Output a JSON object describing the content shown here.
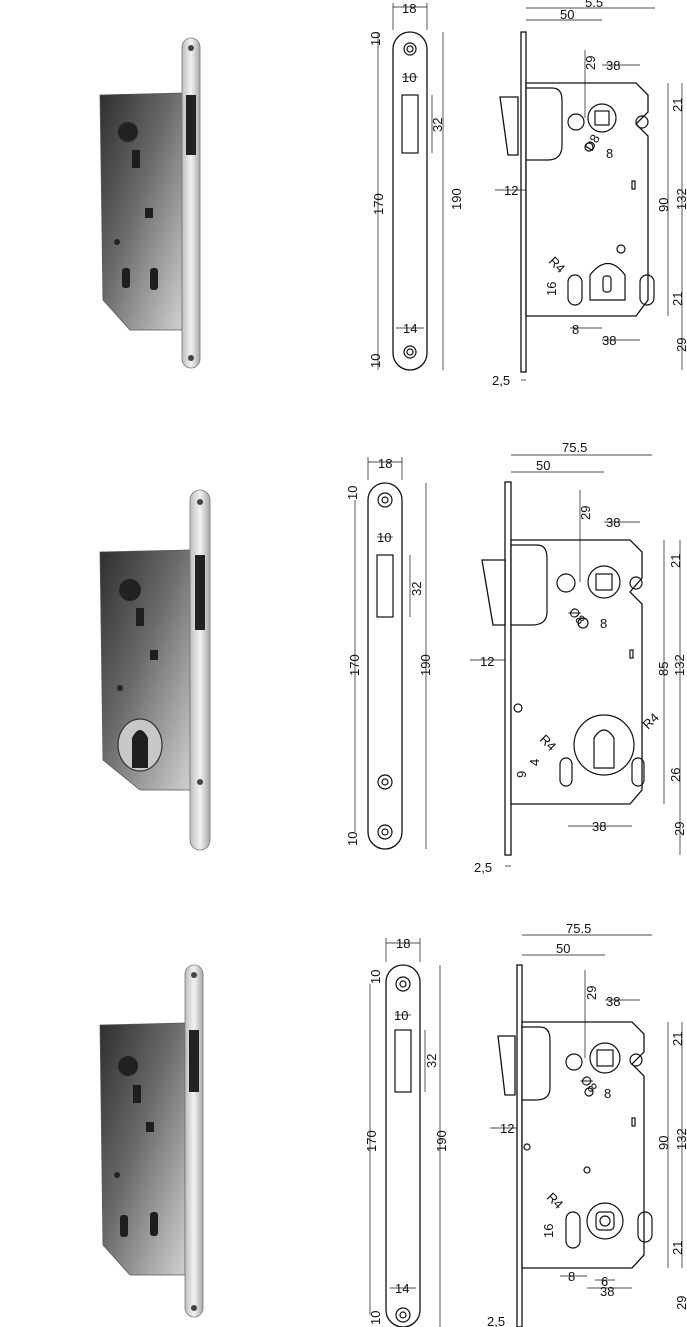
{
  "colors": {
    "ink": "#111111",
    "metal_dark": "#3a3a3a",
    "metal_mid": "#8c8c8c",
    "metal_light": "#d9d9d9",
    "plate": "#cfcfcf"
  },
  "rows": [
    {
      "faceplate": {
        "width": "18",
        "top": "10",
        "slot_width": "10",
        "slot_height": "32",
        "screw_span": "170",
        "height": "190",
        "hole_spacing": "14",
        "bottom": "10"
      },
      "body": {
        "top_width": "5.5",
        "backset": "50",
        "d1": "29",
        "d2": "38",
        "right_top": "21",
        "hole": "D8",
        "small": "8",
        "mid": "90",
        "total": "132",
        "left": "12",
        "radius": "R4",
        "key_h": "16",
        "right_bottom": "21",
        "b1": "8",
        "b2": "38",
        "bottom": "29",
        "thick": "2,5"
      }
    },
    {
      "faceplate": {
        "width": "18",
        "top": "10",
        "slot_width": "10",
        "slot_height": "32",
        "screw_span": "170",
        "height": "190",
        "bottom": "10"
      },
      "body": {
        "top_width": "75.5",
        "backset": "50",
        "d1": "29",
        "d2": "38",
        "right_top": "21",
        "hole": "Ø8",
        "small": "8",
        "mid": "85",
        "total": "132",
        "left": "12",
        "radius": "R4",
        "radius2": "R4",
        "key_w": "9",
        "key_h": "4",
        "right_bottom": "26",
        "b2": "38",
        "bottom": "29",
        "thick": "2,5"
      }
    },
    {
      "faceplate": {
        "width": "18",
        "top": "10",
        "slot_width": "10",
        "slot_height": "32",
        "screw_span": "170",
        "height": "190",
        "hole_spacing": "14",
        "bottom": "10"
      },
      "body": {
        "top_width": "75.5",
        "backset": "50",
        "d1": "29",
        "d2": "38",
        "right_top": "21",
        "hole": "Ø8",
        "small": "8",
        "mid": "90",
        "total": "132",
        "left": "12",
        "radius": "R4",
        "key_h": "16",
        "right_bottom": "21",
        "b1": "8",
        "b3": "6",
        "b2": "38",
        "bottom": "29",
        "thick": "2,5"
      }
    }
  ]
}
